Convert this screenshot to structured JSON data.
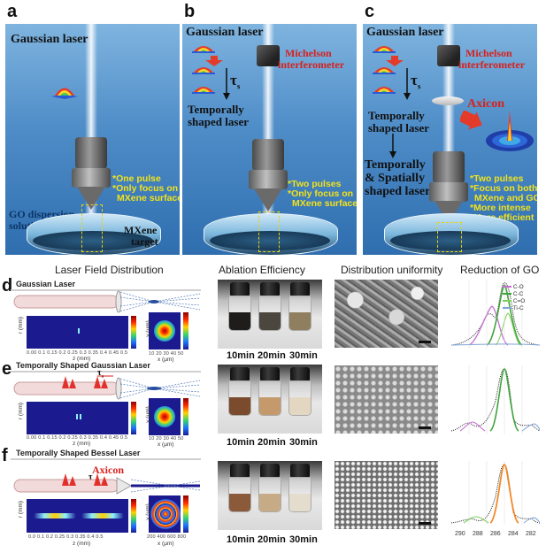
{
  "panel_labels": {
    "a": "a",
    "b": "b",
    "c": "c",
    "d": "d",
    "e": "e",
    "f": "f"
  },
  "panel_a": {
    "title": "Gaussian laser",
    "notes": [
      "*One pulse",
      "*Only focus on",
      "MXene surface"
    ],
    "go_label_1": "GO dispersion",
    "go_label_2": "solution",
    "target_label_1": "MXene",
    "target_label_2": "target"
  },
  "panel_b": {
    "title": "Gaussian laser",
    "interferometer_1": "Michelson",
    "interferometer_2": "interferometer",
    "tau": "τ",
    "tau_sub": "s",
    "shaped_1": "Temporally",
    "shaped_2": "shaped laser",
    "notes": [
      "*Two pulses",
      "*Only focus on",
      "MXene surface"
    ]
  },
  "panel_c": {
    "title": "Gaussian laser",
    "interferometer_1": "Michelson",
    "interferometer_2": "interferometer",
    "tau": "τ",
    "tau_sub": "s",
    "shaped_1": "Temporally",
    "shaped_2": "shaped laser",
    "axicon": "Axicon",
    "final_1": "Temporally",
    "final_2": "& Spatially",
    "final_3": "shaped laser",
    "notes": [
      "*Two pulses",
      "*Focus on both",
      "MXene and GO",
      "*More intense",
      "*More efficient"
    ]
  },
  "column_headers": {
    "field": "Laser Field Distribution",
    "ablation": "Ablation Efficiency",
    "uniformity": "Distribution uniformity",
    "reduction": "Reduction of GO"
  },
  "rows": {
    "d": {
      "title": "Gaussian Laser"
    },
    "e": {
      "title": "Temporally Shaped Gaussian Laser",
      "tau": "τ",
      "tau_sub": "s"
    },
    "f": {
      "title": "Temporally Shaped Bessel Laser",
      "tau": "τ",
      "tau_sub": "s",
      "axicon": "Axicon"
    }
  },
  "axes": {
    "r_label": "r (mm)",
    "z_label": "z (mm)",
    "y_label": "y (μm)",
    "x_label": "x (μm)",
    "z_ticks_de": "0.00  0.1  0.15  0.2  0.25  0.3  0.35  0.4  0.45  0.5",
    "z_ticks_f": "0.0  0.1  0.2  0.25  0.3  0.35  0.4  0.5",
    "xy_ticks_de": "10  20  30  40  50",
    "xy_ticks_f": "200  400  600  800",
    "xps_ticks": [
      "290",
      "288",
      "286",
      "284",
      "282"
    ]
  },
  "times": [
    "10min",
    "20min",
    "30min"
  ],
  "xps_legend": [
    "C-O",
    "C-C",
    "C=O",
    "Ti-C"
  ],
  "colors": {
    "co": "#c56fd1",
    "cc": "#3fa33c",
    "ceo": "#7fd05a",
    "tic": "#7fa4d8",
    "orange": "#f08a2a",
    "red_text": "#d7221e",
    "yellow_text": "#f2e21a"
  }
}
